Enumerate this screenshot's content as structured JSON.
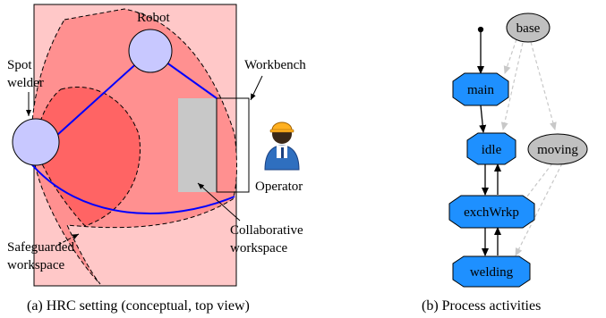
{
  "panel_a": {
    "labels": {
      "robot": "Robot",
      "spot_welder_line1": "Spot",
      "spot_welder_line2": "welder",
      "workbench": "Workbench",
      "operator": "Operator",
      "safeguarded_line1": "Safeguarded",
      "safeguarded_line2": "workspace",
      "collaborative_line1": "Collaborative",
      "collaborative_line2": "workspace"
    },
    "caption": "(a) HRC setting (conceptual, top view)"
  },
  "panel_b": {
    "nodes": {
      "base": "base",
      "main": "main",
      "idle": "idle",
      "moving": "moving",
      "exchWrkp": "exchWrkp",
      "welding": "welding"
    },
    "caption": "(b) Process activities"
  },
  "colors": {
    "cell_bg": "#ffc8c8",
    "reach_zone": "#ff9090",
    "safeguarded_zone": "#ff6464",
    "arm": "#0000ff",
    "joint_fill": "#c8c8ff",
    "workbench": "#c8c8c8",
    "node_blue": "#1e90ff",
    "node_gray": "#c0c0c0",
    "edge_gray": "#c8c8c8"
  }
}
